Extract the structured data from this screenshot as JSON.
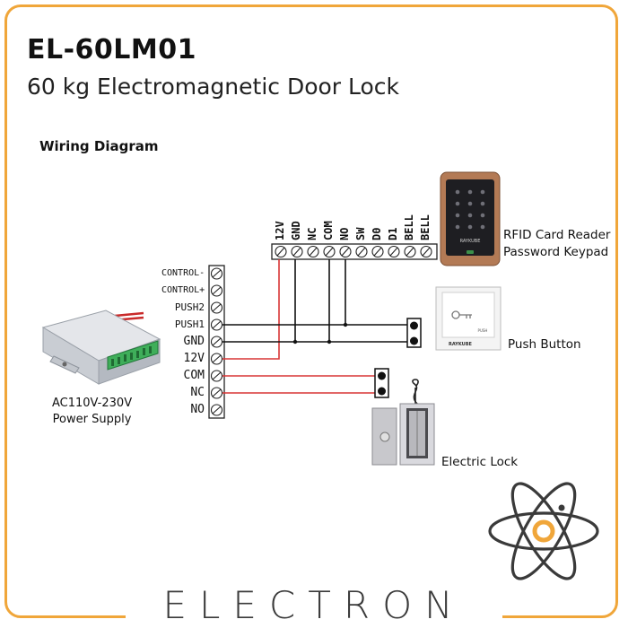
{
  "header": {
    "model": "EL-60LM01",
    "description": "60 kg Electromagnetic Door Lock"
  },
  "diagram": {
    "title": "Wiring Diagram",
    "power_supply": {
      "label_line1": "AC110V-230V",
      "label_line2": "Power Supply",
      "terminals": [
        "CONTROL-",
        "CONTROL+",
        "PUSH2",
        "PUSH1",
        "GND",
        "12V",
        "COM",
        "NC",
        "NO"
      ]
    },
    "reader": {
      "label_line1": "RFID Card Reader",
      "label_line2": "Password Keypad",
      "brand": "RAYKUBE",
      "terminals": [
        "12V",
        "GND",
        "NC",
        "COM",
        "NO",
        "SW",
        "D0",
        "D1",
        "BELL",
        "BELL"
      ]
    },
    "push_button": {
      "label": "Push Button",
      "brand": "RAYKUBE",
      "plate_text": "PUSH"
    },
    "electric_lock": {
      "label": "Electric Lock"
    },
    "wire_colors": {
      "red": "#d93636",
      "black": "#111111"
    }
  },
  "footer": {
    "brand": "ELECTRON",
    "accent_color": "#f0a63a"
  }
}
